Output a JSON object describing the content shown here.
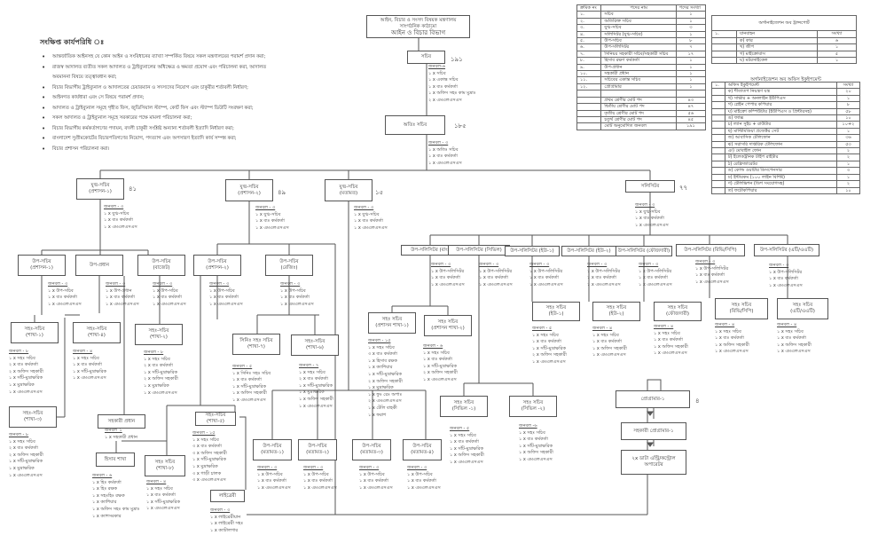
{
  "objectives": {
    "title": "সংক্ষিপ্ত কার্যপরিধি ঃ",
    "items": [
      "আন্তর্জাতিক আইনসহ যে কোন আইন ও সংবিধানের ব্যাখ্যা সম্পর্কিত বিষয়ে সকল মন্ত্রণালয়ের পরামর্শ প্রদান করা;",
      "রাজস্ব আদালত ব্যতীত সকল আদালত ও ট্রাইব্যুনালের অধিক্ষেত্র ও ক্ষমতা প্রয়োগ এবং পরিচালনা করা, আদালত",
      "অবমাননা বিষয়ে তত্ত্বাবধান করা;",
      "বিচার বিভাগীয় ট্রাইব্যুনাল ও আদালতের চেয়ারম্যান ও সদস্যদের নিয়োগ এবং চাকুরীর শর্তাবলী নির্ধারণ;",
      "আইনগত কার্যধারা এবং সে বিষয়ে পরামর্শ প্রদান;",
      "আদালত ও ট্রাইব্যুনাল সমূহে গৃহীত ফিস, জুডিসিয়াল স্ট্যাম্প, কোর্ট ফিস এবং স্ট্যাম্প ডিউটি সংরক্ষণ করা;",
      "সকল আদালত ও ট্রাইব্যুনাল সমূহে সরকারের পক্ষে মামলা পরিচালনা করা;",
      "বিচার বিভাগীয় কর্মকর্তাগণের পদায়ন, বদলী চাকুরী সংশ্লিষ্ট অন্যান্য শর্তাবলী ইত্যাদি নির্ধারণ করা;",
      "বাংলাদেশ সুপ্রীমকোর্টের বিচারপতিগণের নিয়োগ, পদত্যাগ এবং অপসারণ ইত্যাদি কার্য সম্পন্ন করা;",
      "বিচার প্রশাসন পরিচালনা করা।"
    ]
  },
  "nodes": {
    "ministry": {
      "title": [
        "আইন, বিচার ও সংসদ বিষয়ক মন্ত্রণালয়",
        "সাংগঠনিক কাঠামো",
        "আইন ও বিচার বিভাগ"
      ]
    },
    "secretary": {
      "title": [
        "সচিব"
      ],
      "count": "১৯১",
      "staff": [
        "জনবল-৬",
        "১ x সচিব",
        "১ x একান্ত সচিব",
        "১ x ব্যঃ কর্মকর্তা",
        "১ x অফিস সহঃ কাম মুদ্রাঃ",
        "২ x এমএলএসএস"
      ]
    },
    "addl_secretary": {
      "title": [
        "অতিঃ সচিব"
      ],
      "count": "১৮৫",
      "staff": [
        "জনবল - ৩",
        "১ x অতিঃ সচিব",
        "১ x ব্যঃ কর্মকর্তা",
        "১ x এমএলএসএস"
      ]
    },
    "js_admin1": {
      "title": [
        "যুগ্ম-সচিব",
        "(প্রশাসন-১)"
      ],
      "count": "৪১",
      "staff": [
        "জনবল - ৩",
        "১ x যুগ্ম-সচিব",
        "১ x ব্যঃ কর্মকর্তা",
        "১ x এমএলএসএস"
      ]
    },
    "js_admin2": {
      "title": [
        "যুগ্ম-সচিব",
        "(প্রশাসন-২)"
      ],
      "count": "৪৯",
      "staff": [
        "জনবল - ৩",
        "১ x যুগ্ম-সচিব",
        "১ x ব্যঃ কর্মকর্তা",
        "১ x এমএলএসএস"
      ]
    },
    "js_opinion": {
      "title": [
        "যুগ্ম-সচিব",
        "(মতামত)"
      ],
      "count": "১৫",
      "staff": [
        "জনবল - ৩",
        "১ x যুগ্ম-সচিব",
        "১ x ব্যঃ কর্মকর্তা",
        "১ x এমএলএসএস"
      ]
    },
    "solicitor": {
      "title": [
        "সলিসিটর"
      ],
      "count": "৭৭",
      "staff": [
        "জনবল - ৩",
        "১ x যুগ্ম-সচিব",
        "১ x ব্যঃ কর্মকর্তা",
        "১ x এমএলএসএস"
      ]
    },
    "ds_admin1": {
      "title": [
        "উপ-সচিব",
        "(প্রশাসন-১)"
      ],
      "staff": [
        "জনবল - ৩",
        "১ x উপ-সচিব",
        "১ x ব্যঃ কর্মকর্তা",
        "১ x এমএলএসএস"
      ]
    },
    "deputy_chief": {
      "title": [
        "উপ-প্রধান"
      ],
      "staff": [
        "জনবল - ৩",
        "১ x উপ-প্রধান",
        "১ x ব্যঃ কর্মকর্তা",
        "১ x এমএলএসএস"
      ]
    },
    "ds_budget": {
      "title": [
        "উপ-সচিব",
        "(বাজেট)"
      ],
      "staff": [
        "জনবল - ৩",
        "১ x উপ-সচিব",
        "১ x ব্যঃ কর্মকর্তা",
        "১ x এমএলএসএস"
      ]
    },
    "ds_admin2": {
      "title": [
        "উপ-সচিব",
        "(প্রশাসন-২)"
      ],
      "staff": [
        "জনবল - ৩",
        "১ x উপ-সচিব",
        "১ x ব্যঃ কর্মকর্তা",
        "১ x এমএলএসএস"
      ]
    },
    "ds_regi": {
      "title": [
        "উপ-সচিব",
        "(রেজিঃ)"
      ],
      "staff": [
        "জনবল - ৩",
        "১ x উপ-সচিব",
        "১ x ব্যঃ কর্মকর্তা",
        "১ x এমএলএসএস"
      ]
    },
    "as_sec1": {
      "title": [
        "সহঃ-সচিব",
        "(শাখা-১)"
      ],
      "staff": [
        "জনবল - ৮",
        "১ x সহঃ সচিব",
        "২ x ব্যঃ কর্মকর্তা",
        "২ x অফিস সহকারী",
        "১ x সাঁট-মুদ্রাক্ষরিক",
        "১ x মুদ্রাক্ষরিক",
        "১ x এমএলএসএস"
      ]
    },
    "as_sec4": {
      "title": [
        "সহঃ-সচিব",
        "(শাখা-৪)"
      ],
      "staff": [
        "জনবল - ৪",
        "১ x সহঃ সচিব",
        "১ x ব্যঃ কর্মকর্তা",
        "১ x সাঁট-মুদ্রাক্ষরিক",
        "১ x এমএলএসএস"
      ]
    },
    "as_sec2": {
      "title": [
        "সহঃ-সচিব",
        "(শাখা-২)"
      ],
      "staff": [
        "জনবল - ৮",
        "১ x সহঃ সচিব",
        "২ x ব্যঃ কর্মকর্তা",
        "১ x সাঁট-মুদ্রাক্ষরিক",
        "২ x অফিস সহকারী",
        "১ x মুদ্রাক্ষরিক",
        "১ x এমএলএসএস"
      ]
    },
    "as_sec3": {
      "title": [
        "সহঃ-সচিব",
        "(শাখা-৩)"
      ],
      "staff": [
        "জনবল - ৮",
        "১ x সহঃ সচিব",
        "২ x ব্যঃ কর্মকর্তা",
        "২ x অফিস সহকারী",
        "১ x সাঁট-মুদ্রাক্ষরিক",
        "১ x মুদ্রাক্ষরিক",
        "১ x এমএলএসএস"
      ]
    },
    "sas_sec7": {
      "title": [
        "সিনিঃ সহঃ সচিব",
        "(শাখা-৭)"
      ],
      "staff": [
        "জনবল - ৫",
        "১ x সিনিঃ সহঃ সচিব",
        "১ x ব্যঃ কর্মকর্তা",
        "১ x সাঁট-মুদ্রাক্ষরিক",
        "১ x অফিস সহকারী",
        "১ x এমএলএসএস"
      ]
    },
    "as_sec6": {
      "title": [
        "সহঃ-সচিব",
        "(শাখা-৬)"
      ],
      "staff": [
        "জনবল - ৭",
        "১ x সহঃ সচিব",
        "২ x ব্যঃ কর্মকর্তা",
        "১ x সাঁট-মুদ্রাক্ষরিক",
        "১ x মুদ্রাক্ষরিক",
        "১ x অফিস সহকারী",
        "১ x এমএলএসএস"
      ]
    },
    "asst_chief": {
      "title": [
        "সহকারী প্রধান"
      ],
      "staff": [
        "জনবল_১",
        "১ x সহকারী প্রধান"
      ]
    },
    "accounts": {
      "title": [
        "হিসাব শাখা"
      ],
      "staff": [
        "জনবল - ৬",
        "১ x হিঃ কর্মকর্তা",
        "১ x হিঃ রক্ষক",
        "১ x সহঃহিঃ রক্ষক",
        "১ x ক্যাশিয়ার",
        "১ x অফিস সহঃ কাম মুদ্রাঃ",
        "১ x ক্যাশসরকার"
      ]
    },
    "as_sec8": {
      "title": [
        "সহঃ সচিব",
        "(শাখা-৮)"
      ],
      "staff": [
        "জনবল - ৪",
        "১ x সহঃ সচিব",
        "১ x ব্যঃ কর্মকর্তা",
        "১ x সাঁট-মুদ্রাক্ষরিক",
        "১ x এমএলএসএস"
      ]
    },
    "as_sec5": {
      "title": [
        "সহঃ-সচিব",
        "(শাখা-৫)"
      ],
      "staff": [
        "জনবল - ১৫",
        "১ x সহঃ সচিব",
        "৩ x ব্যঃ কর্মকর্তা",
        "৩ x অফিস সহকারী",
        "১ x সাঁট-মুদ্রাক্ষরিক",
        "১ x মুদ্রাক্ষরিক",
        "৩ x গাড়ী চালক",
        "৩ x এমএলএসএস"
      ]
    },
    "library": {
      "title": [
        "লাইব্রেরী"
      ],
      "staff": [
        "জনবল - ৩",
        "১ x লাইব্রেরীয়ান",
        "১ x লাইব্রেরী সহঃ",
        "১ x ক্যাটালগার"
      ]
    },
    "ds_op1": {
      "title": [
        "উপ-সচিব",
        "(মতামত-১)"
      ],
      "staff": [
        "জনবল - ৩",
        "১ x উপ-সচিব",
        "১ x ব্যঃ কর্মকর্তা",
        "১ x এমএলএসএস"
      ]
    },
    "ds_op2": {
      "title": [
        "উপ-সচিব",
        "(মতামত-২)"
      ],
      "staff": [
        "জনবল - ৩",
        "১ x উপ-সচিব",
        "১ x ব্যঃ কর্মকর্তা",
        "১ x এমএলএসএস"
      ]
    },
    "ds_op3": {
      "title": [
        "উপ-সচিব",
        "(মতামত-৩)"
      ],
      "staff": [
        "জনবল - ৩",
        "১ x উপ-সচিব",
        "১ x ব্যঃ কর্মকর্তা",
        "১ x এমএলএসএস"
      ]
    },
    "ds_op4": {
      "title": [
        "উপ-সচিব",
        "(মতামত-৪)"
      ],
      "staff": [
        "জনবল - ৩",
        "১ x উপ-সচিব",
        "১ x ব্যঃ কর্মকর্তা",
        "১ x এমএলএসএস"
      ]
    },
    "dsol_ban": {
      "title": [
        "উপ-সলিসিটর (বাং)"
      ],
      "staff": [
        "জনবল - ৩",
        "১ x উপ-সলিসিটর",
        "১ x ব্যঃ কর্মকর্তা",
        "১ x এমএলএসএস"
      ]
    },
    "dsol_civil": {
      "title": [
        "উপ-সলিসিটর (সিভিল)"
      ],
      "staff": [
        "জনবল - ৩",
        "১ x উপ-সলিসিটর",
        "১ x ব্যঃ কর্মকর্তা",
        "১ x এমএলএসএস"
      ]
    },
    "dsol_u1": {
      "title": [
        "উপ-সলিসিটর (ইউ-১)"
      ],
      "staff": [
        "জনবল - ৩",
        "১ x উপ-সলিসিটর",
        "১ x ব্যঃ কর্মকর্তা",
        "১ x এমএলএসএস"
      ]
    },
    "dsol_u2": {
      "title": [
        "উপ-সলিসিটর (ইউ-২)"
      ],
      "staff": [
        "জনবল - ৩",
        "১ x উপ-সলিসিটর",
        "১ x ব্যঃ কর্মকর্তা",
        "১ x এমএলএসএস"
      ]
    },
    "dsol_crim": {
      "title": [
        "উপ-সলিসিটর (ফৌজদারী)"
      ],
      "staff": [
        "জনবল - ৩",
        "১ x উপ-সলিসিটর",
        "১ x ব্যঃ কর্মকর্তা",
        "১ x এমএলএসএস"
      ]
    },
    "dsol_rev": {
      "title": [
        "উপ-সলিসিটর (রিভি/সিপি)"
      ],
      "staff": [
        "জনবল - ৩",
        "১ x উপ-সলিসিটর",
        "১ x ব্যঃ কর্মকর্তা",
        "১ x এমএলএসএস"
      ]
    },
    "dsol_at": {
      "title": [
        "উপ-সলিসিটর (এটি/এএটি)"
      ],
      "staff": [
        "জনবল - ৩",
        "১ x উপ-সলিসিটর",
        "১ x ব্যঃ কর্মকর্তা",
        "১ x এমএলএসএস"
      ]
    },
    "as_adm_s1": {
      "title": [
        "সহঃ সচিব",
        "(প্রশাসন শাখা-১)"
      ],
      "staff": [
        "জনবল - ১৫",
        "১ x সহঃ সচিব",
        "৩ x ব্যঃ কর্মকর্তা",
        "১ x হিসাব রক্ষক",
        "১ x ক্যাশিয়ার",
        "১ x সাঁট-মুদ্রাক্ষরিক",
        "২ x অফিস সহকারী",
        "১ x মুদ্রাক্ষরিক",
        "১ x ফুঃ রেঃ অপাঃ",
        "২ x এমএলএসএস",
        "১ x টেলি বাহকী",
        "১ x ফরাশ"
      ]
    },
    "as_adm_s2": {
      "title": [
        "সহঃ সচিব",
        "(প্রশাসন শাখা-২)"
      ],
      "staff": [
        "জনবল - ৬",
        "১ x সহঃ সচিব",
        "১ x ব্যঃ কর্মকর্তা",
        "১ x সাঁট-মুদ্রাক্ষরিক",
        "২ x অফিস সহকারী",
        "১ x এমএলএসএস"
      ]
    },
    "as_civil1": {
      "title": [
        "সহঃ সচিব",
        "(সিভিল -১)"
      ],
      "staff": [
        "জনবল - ৫",
        "১ x সহঃ সচিব",
        "১ x ব্যঃ কর্মকর্তা",
        "১ x সাঁট-মুদ্রাক্ষরিক",
        "১ x অফিস সহকারী",
        "১ x এমএলএসএস"
      ]
    },
    "as_civil2": {
      "title": [
        "সহঃ সচিব",
        "(সিভিল -২)"
      ],
      "staff": [
        "জনবল -৬",
        "১ x সহঃ সচিব",
        "১ x ব্যঃ কর্মকর্তা",
        "১ x সাঁট-মুদ্রাক্ষরিক",
        "১ x অফিস সহকারী",
        "১ x এমএলএসএস"
      ]
    },
    "as_u1": {
      "title": [
        "সহঃ সচিব",
        "(ইউ-১)"
      ],
      "staff": [
        "জনবল - ৫",
        "১ x সহঃ সচিব",
        "১ x ব্যঃ কর্মকর্তা",
        "১ x সাঁট-মুদ্রাক্ষরিক",
        "২ x অফিস সহকারী",
        "১ x এমএলএসএস"
      ]
    },
    "as_u2": {
      "title": [
        "সহঃ সচিব",
        "(ইউ-২)"
      ],
      "staff": [
        "জনবল - ৪",
        "১ x সহঃ সচিব",
        "১ x ব্যঃ কর্মকর্তা",
        "১ x অফিস সহকারী",
        "১ x এমএলএসএস"
      ]
    },
    "as_crim": {
      "title": [
        "সহঃ সচিব",
        "(ফৌজদারী)"
      ],
      "staff": [
        "জনবল - ৪",
        "১ x সহঃ সচিব",
        "১ x ব্যঃ কর্মকর্তা",
        "১ x অফিস সহকারী",
        "১ x এমএলএসএস"
      ]
    },
    "as_rev": {
      "title": [
        "সহঃ সচিব",
        "(রিভি/সিপি)"
      ],
      "staff": [
        "জনবল - ৪",
        "১ x সহঃ সচিব",
        "১ x ব্যঃ কর্মকর্তা",
        "১ x অফিস সহকারী",
        "১ x এমএলএসএস"
      ]
    },
    "as_at": {
      "title": [
        "সহঃ সচিব",
        "(এটি/এএটি)"
      ],
      "staff": [
        "জনবল - ৪",
        "১ x সহঃ সচিব",
        "১ x ব্যঃ কর্মকর্তা",
        "১ x অফিস সহকারী",
        "১ x এমএলএসএস"
      ]
    },
    "programmer": {
      "title": [
        "প্রোগ্রামার-১"
      ],
      "count": "৪"
    },
    "asst_programmer": {
      "title": [
        "সহকারী প্রোগ্রামার-১"
      ]
    },
    "data_entry": {
      "title": [
        "২x ডাটা এন্ট্রি/কন্ট্রোল",
        "অপারেটর"
      ]
    }
  },
  "posts_table": {
    "headers": [
      "ক্রমিক নং",
      "পদের নাম",
      "পদের সংখ্যা"
    ],
    "rows": [
      [
        "১.",
        "সচিব",
        "১"
      ],
      [
        "২.",
        "অতিরিক্ত সচিব",
        "১"
      ],
      [
        "৩.",
        "যুগ্ম-সচিব",
        "৩"
      ],
      [
        "৪.",
        "সলিসিটর (যুগ্ম-সচিব)",
        "১"
      ],
      [
        "৫.",
        "উপ-সচিব",
        "৮"
      ],
      [
        "৬.",
        "উপ-সলিসিটর",
        "৭"
      ],
      [
        "৭.",
        "সিনিয়র সহকারী সচিব/সহকারী সচিব",
        "১৭"
      ],
      [
        "৮.",
        "হিসাব রক্ষণ কর্মকর্তা",
        "১"
      ],
      [
        "৯.",
        "উপ-প্রধান",
        "১"
      ],
      [
        "১০.",
        "সহকারী প্রধান",
        "১"
      ],
      [
        "১১.",
        "সচিবের একান্ত সচিব",
        "১"
      ],
      [
        "১২.",
        "প্রোগ্রামার",
        "১"
      ]
    ],
    "totals": [
      [
        "প্রথম শ্রেণীর মোট পদ",
        "৪৩"
      ],
      [
        "দ্বিতীয় শ্রেণীর মোট পদ",
        "৪৭"
      ],
      [
        "তৃতীয় শ্রেণীর মোট পদ",
        "৫৬"
      ],
      [
        "চতুর্থ শ্রেণীর মোট পদ",
        "৪৫"
      ],
      [
        "মোট অনুমোদিত জনবল",
        "১৯১"
      ]
    ]
  },
  "transport_table": {
    "title": "অর্গানাইজেশন অব ট্রান্সপোর্ট",
    "rows": [
      [
        "১.",
        "যানবাহন",
        "সংখ্যা"
      ],
      [
        "",
        "ক) কার",
        "৬"
      ],
      [
        "",
        "খ) জীপ",
        "১"
      ],
      [
        "",
        "গ) মাইক্রোবাস",
        "৫"
      ],
      [
        "",
        "ঘ) মটরসাইকেল",
        "১"
      ]
    ]
  },
  "equipment_table": {
    "title": "অর্গানাইজেশন অব অফিস ইকুইপমেন্ট",
    "rows": [
      [
        "১.",
        "অফিস ইকুইপমেন্ট",
        "সংখ্যা"
      ],
      [
        "",
        "ক) শীতাতপ নিয়ন্ত্রণ যন্ত্র",
        "২০"
      ],
      [
        "",
        "খ) সার্ভার + অনলাইন ইউপিএস",
        "১"
      ],
      [
        "",
        "গ) প্লেইন পেপার কপিয়ার",
        "৮"
      ],
      [
        "",
        "ঘ) মাইক্রো কম্পিউটার (ইউপিএস ও প্রিন্টারসহ)",
        "৫৮"
      ],
      [
        "",
        "ঙ) ফ্যাক্স",
        "১০"
      ],
      [
        "",
        "চ) ল্যান সুইচ + রাউটার",
        "১০+২"
      ],
      [
        "",
        "ছ) মাল্টিমিডিয়া প্রজেক্টর সেট",
        "১"
      ],
      [
        "",
        "জ) আবাসিক টেলিফোন",
        "৩৬"
      ],
      [
        "",
        "ঝ) সরাসরি দাপ্তরিক টেলিফোন",
        "৫৩"
      ],
      [
        "",
        "ঞ) মোবাইল ফোন",
        "২"
      ],
      [
        "",
        "ট) ইলেকট্রনিক টাইপ রাইটার",
        "২"
      ],
      [
        "",
        "ঠ) রেফ্রিজারেটর",
        "১"
      ],
      [
        "",
        "ড) কোল্ড ওয়াটার ডিসপেনসার",
        "৩"
      ],
      [
        "",
        "ঢ) ইন্টারকম (১০০ লাইন বিশিষ্ট)",
        "১"
      ],
      [
        "",
        "ণ) টেলিভিশন (ডিশ সংযোগসহ)",
        "২"
      ],
      [
        "",
        "ত) ফটোকপিয়ার",
        "১০"
      ]
    ]
  }
}
